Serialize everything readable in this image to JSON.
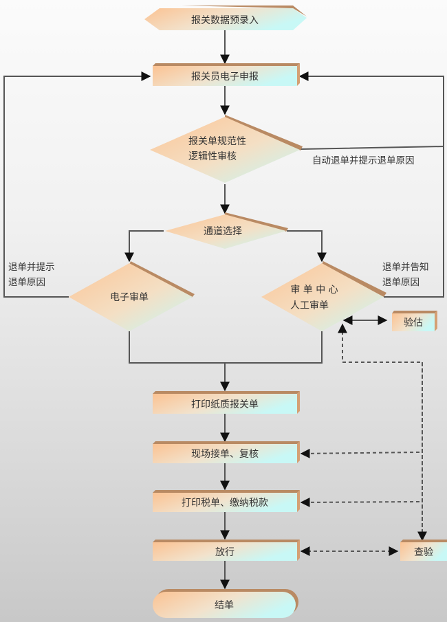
{
  "nodes": {
    "pre_entry": "报关数据预录入",
    "declare": "报关员电子申报",
    "check_line1": "报关单规范性",
    "check_line2": "逻辑性审核",
    "channel": "通道选择",
    "e_review": "电子审单",
    "manual_line1": "审 单 中 心",
    "manual_line2": "人工审单",
    "valuation": "验估",
    "print_paper": "打印纸质报关单",
    "onsite": "现场接单、复核",
    "tax": "打印税单、缴纳税款",
    "release": "放行",
    "inspect": "查验",
    "close": "结单"
  },
  "labels": {
    "auto_return": "自动退单并提示退单原因",
    "left_return_line1": "退单并提示",
    "left_return_line2": "退单原因",
    "right_return_line1": "退单并告知",
    "right_return_line2": "退单原因"
  },
  "colors": {
    "fill_start": "#fbc99a",
    "fill_end": "#c8f6f4",
    "bevel": "#b98a63",
    "line": "#555555"
  }
}
